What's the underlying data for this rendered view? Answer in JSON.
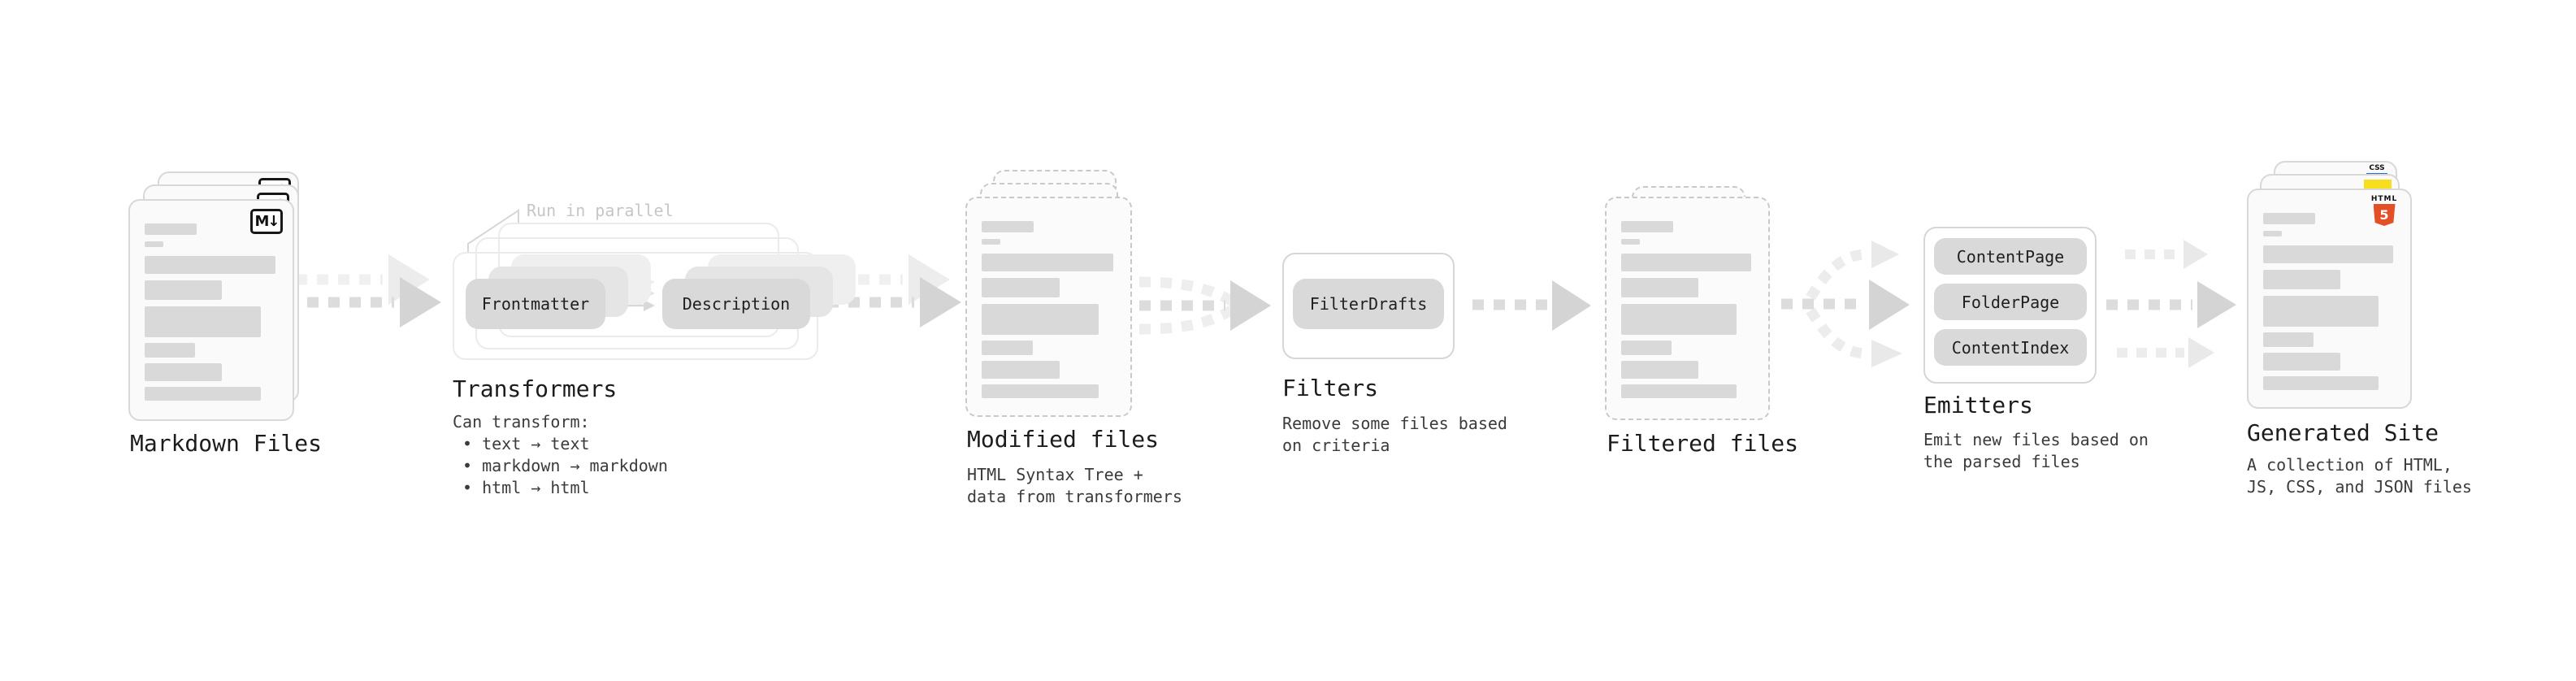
{
  "stages": {
    "markdown_files": {
      "label": "Markdown Files",
      "badge": "M↓"
    },
    "transformers": {
      "label": "Transformers",
      "annotation": "Run in parallel",
      "nodes": [
        "Frontmatter",
        "Description"
      ],
      "note_heading": "Can transform:",
      "bullets": [
        "• text → text",
        "• markdown → markdown",
        "• html → html"
      ]
    },
    "modified_files": {
      "label": "Modified files",
      "description": [
        "HTML Syntax Tree +",
        "data from transformers"
      ]
    },
    "filters": {
      "label": "Filters",
      "nodes": [
        "FilterDrafts"
      ],
      "description": [
        "Remove some files based",
        "on criteria"
      ]
    },
    "filtered_files": {
      "label": "Filtered files"
    },
    "emitters": {
      "label": "Emitters",
      "nodes": [
        "ContentPage",
        "FolderPage",
        "ContentIndex"
      ],
      "description": [
        "Emit new files based on",
        "the parsed files"
      ]
    },
    "generated_site": {
      "label": "Generated Site",
      "description": [
        "A collection of HTML,",
        "JS, CSS, and JSON files"
      ],
      "badges": {
        "css_label": "CSS",
        "html_label": "HTML",
        "html_number": "5"
      }
    }
  },
  "colors": {
    "html5_orange": "#e34f26",
    "js_yellow": "#f7df1e",
    "css_blue": "#2c66e8",
    "card_fill": "#fafafa",
    "bar_gray": "#d9d9d9",
    "pill_gray": "#d9d9d9",
    "arrow_gray": "#dcdcdc",
    "text_dark": "#1c1c1c",
    "annotation_gray": "#c6c6c6"
  }
}
